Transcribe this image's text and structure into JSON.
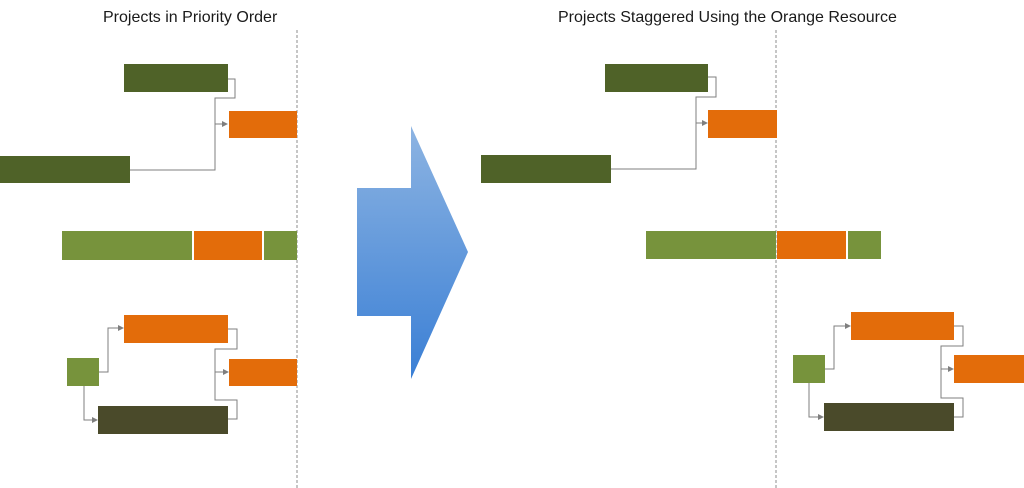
{
  "titles": {
    "left": "Projects in Priority Order",
    "right": "Projects Staggered Using the Orange Resource"
  },
  "colors": {
    "dark_green": "#4f6228",
    "light_green": "#77933c",
    "orange": "#e36c0a",
    "olive": "#4a4a2a",
    "connector": "#7f7f7f",
    "divider": "#8c8c8c",
    "arrow_light": "#8db4e2",
    "arrow_dark": "#3a7fd5"
  },
  "panels": [
    {
      "id": "priority-order",
      "title_key": "left",
      "projects": [
        {
          "id": "project-1",
          "tasks": [
            "dark_green",
            "dark_green",
            "orange"
          ]
        },
        {
          "id": "project-2",
          "tasks": [
            "light_green",
            "orange",
            "light_green"
          ]
        },
        {
          "id": "project-3",
          "tasks": [
            "light_green",
            "orange",
            "olive",
            "orange"
          ]
        }
      ]
    },
    {
      "id": "staggered",
      "title_key": "right",
      "projects": [
        {
          "id": "project-1",
          "tasks": [
            "dark_green",
            "dark_green",
            "orange"
          ]
        },
        {
          "id": "project-2",
          "tasks": [
            "light_green",
            "orange",
            "light_green"
          ]
        },
        {
          "id": "project-3",
          "tasks": [
            "light_green",
            "orange",
            "olive",
            "orange"
          ]
        }
      ]
    }
  ],
  "transition": {
    "icon": "block-arrow-right-icon"
  }
}
